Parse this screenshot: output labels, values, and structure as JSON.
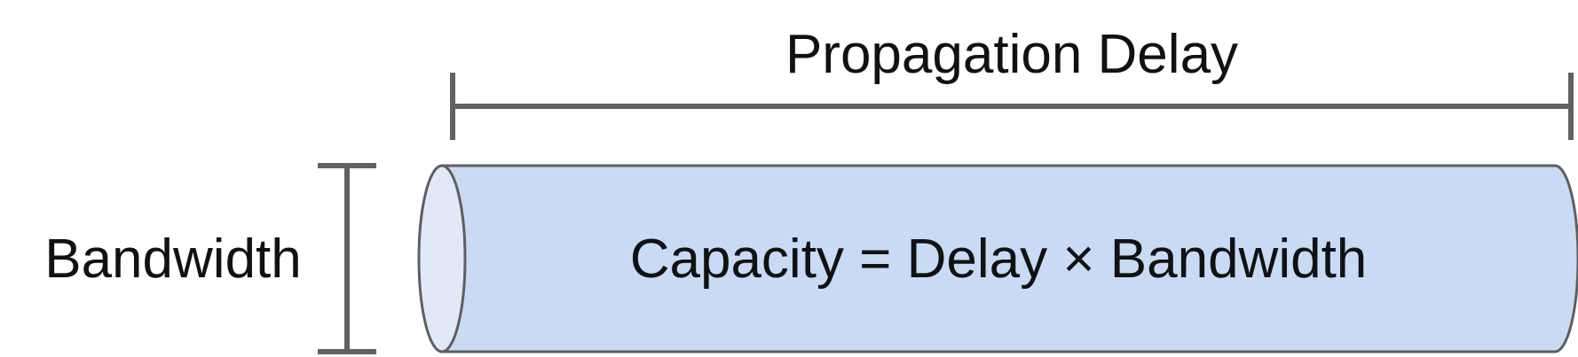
{
  "diagram": {
    "propagation_label": "Propagation Delay",
    "bandwidth_label": "Bandwidth",
    "capacity_formula": "Capacity = Delay × Bandwidth"
  },
  "colors": {
    "pipe_fill": "#c9daf5",
    "pipe_end_fill": "#e1e9f8",
    "pipe_stroke": "#5f5f5f",
    "dimension_line": "#616161",
    "text": "#111111"
  }
}
